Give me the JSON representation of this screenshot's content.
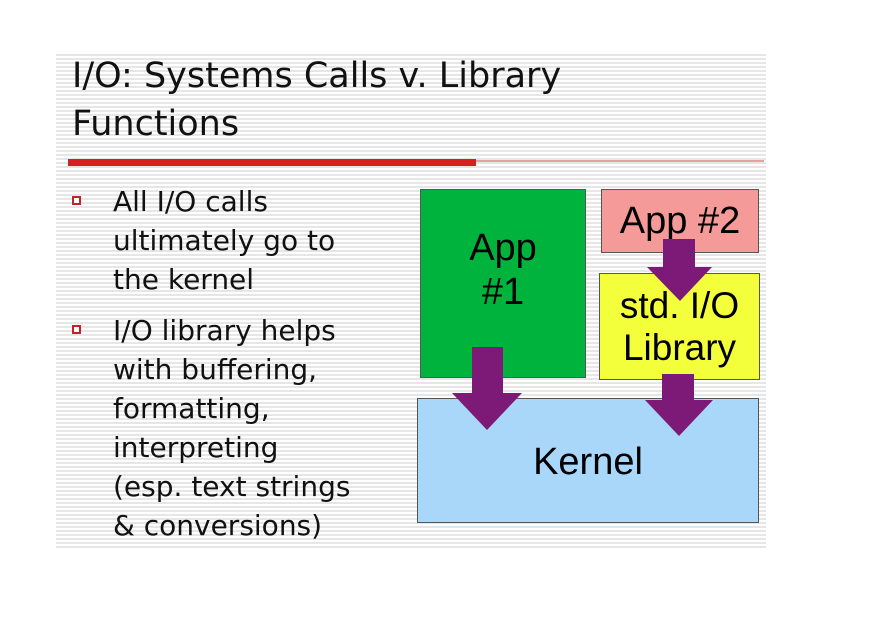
{
  "slide": {
    "title": "I/O: Systems Calls v. Library\nFunctions",
    "bullets": [
      "All I/O calls\nultimately go to\nthe kernel",
      "I/O library helps\nwith buffering,\n formatting,\ninterpreting\n (esp. text strings\n & conversions)"
    ]
  },
  "diagram": {
    "app1_label": "App\n#1",
    "app2_label": "App #2",
    "library_label": "std. I/O\nLibrary",
    "kernel_label": "Kernel"
  },
  "colors": {
    "app1": "#00b33c",
    "app2": "#f49a98",
    "library": "#f2ff3a",
    "kernel": "#a9d7fa",
    "arrow": "#7d1a78",
    "accent_rule": "#d42020"
  }
}
